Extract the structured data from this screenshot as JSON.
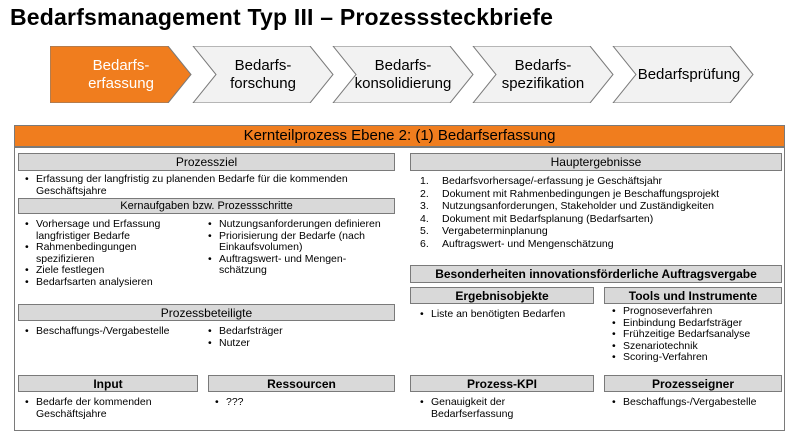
{
  "title": "Bedarfsmanagement Typ III – Prozesssteckbriefe",
  "colors": {
    "accent": "#f07d1e",
    "step_inactive": "#f2f2f2",
    "header_gray": "#d9d9d9"
  },
  "steps": [
    {
      "label": "Bedarfs-\nerfassung",
      "active": true
    },
    {
      "label": "Bedarfs-\nforschung",
      "active": false
    },
    {
      "label": "Bedarfs-\nkonsolidierung",
      "active": false
    },
    {
      "label": "Bedarfs-\nspezifikation",
      "active": false
    },
    {
      "label": "Bedarfsprüfung",
      "active": false
    }
  ],
  "main_header": "Kernteilprozess Ebene 2: (1) Bedarfserfassung",
  "prozessziel": {
    "header": "Prozessziel",
    "items": [
      "Erfassung der langfristig zu planenden Bedarfe für die kommenden Geschäftsjahre"
    ]
  },
  "kernaufgaben": {
    "header": "Kernaufgaben bzw. Prozessschritte",
    "left_items": [
      "Vorhersage und Erfassung langfristiger Bedarfe",
      "Rahmenbedingungen spezifizieren",
      "Ziele festlegen",
      "Bedarfsarten analysieren"
    ],
    "right_items": [
      "Nutzungsanforderungen definieren",
      "Priorisierung der Bedarfe (nach Einkaufsvolumen)",
      "Auftragswert- und Mengen-schätzung"
    ]
  },
  "prozessbeteiligte": {
    "header": "Prozessbeteiligte",
    "left_items": [
      "Beschaffungs-/Vergabestelle"
    ],
    "right_items": [
      "Bedarfsträger",
      "Nutzer"
    ]
  },
  "input": {
    "header": "Input",
    "items": [
      "Bedarfe der kommenden Geschäftsjahre"
    ]
  },
  "ressourcen": {
    "header": "Ressourcen",
    "items": [
      "???"
    ]
  },
  "hauptergebnisse": {
    "header": "Hauptergebnisse",
    "items": [
      "Bedarfsvorhersage/-erfassung je Geschäftsjahr",
      "Dokument mit Rahmenbedingungen je Beschaffungsprojekt",
      "Nutzungsanforderungen, Stakeholder und Zuständigkeiten",
      "Dokument mit Bedarfsplanung (Bedarfsarten)",
      "Vergabeterminplanung",
      "Auftragswert- und Mengenschätzung"
    ]
  },
  "besonderheiten": {
    "header": "Besonderheiten innovationsförderliche Auftragsvergabe"
  },
  "ergebnisobjekte": {
    "header": "Ergebnisobjekte",
    "items": [
      "Liste an benötigten Bedarfen"
    ]
  },
  "tools": {
    "header": "Tools und Instrumente",
    "items": [
      "Prognoseverfahren",
      "Einbindung Bedarfsträger",
      "Frühzeitige Bedarfsanalyse",
      "Szenariotechnik",
      "Scoring-Verfahren"
    ]
  },
  "kpi": {
    "header": "Prozess-KPI",
    "items": [
      "Genauigkeit der Bedarfserfassung"
    ]
  },
  "eigner": {
    "header": "Prozesseigner",
    "items": [
      "Beschaffungs-/Vergabestelle"
    ]
  }
}
